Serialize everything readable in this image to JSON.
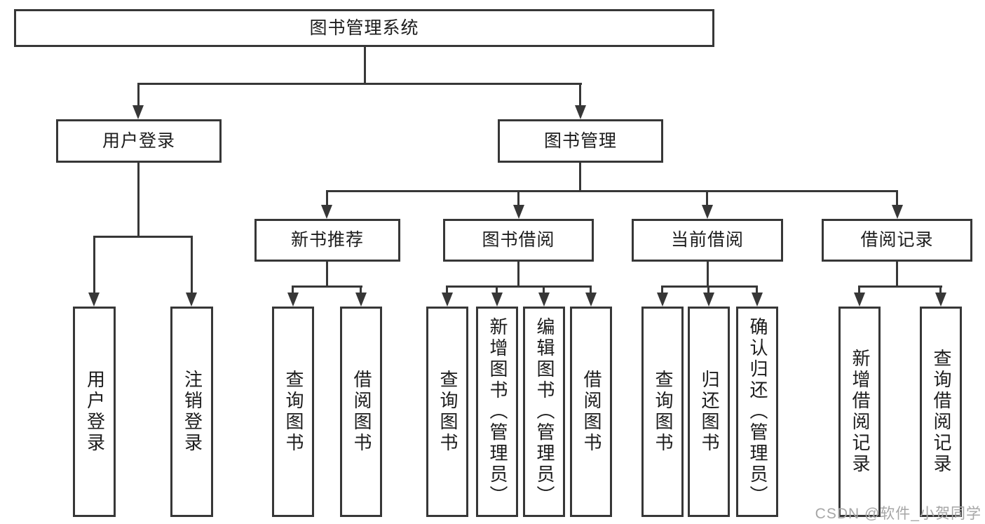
{
  "diagram": {
    "root": {
      "label": "图书管理系统"
    },
    "branches": [
      {
        "label": "用户登录",
        "children": [
          {
            "label": "用户登录"
          },
          {
            "label": "注销登录"
          }
        ]
      },
      {
        "label": "图书管理",
        "groups": [
          {
            "label": "新书推荐",
            "children": [
              {
                "label": "查询图书"
              },
              {
                "label": "借阅图书"
              }
            ]
          },
          {
            "label": "图书借阅",
            "children": [
              {
                "label": "查询图书"
              },
              {
                "label": "新增图书（管理员）"
              },
              {
                "label": "编辑图书（管理员）"
              },
              {
                "label": "借阅图书"
              }
            ]
          },
          {
            "label": "当前借阅",
            "children": [
              {
                "label": "查询图书"
              },
              {
                "label": "归还图书"
              },
              {
                "label": "确认归还（管理员）"
              }
            ]
          },
          {
            "label": "借阅记录",
            "children": [
              {
                "label": "新增借阅记录"
              },
              {
                "label": "查询借阅记录"
              }
            ]
          }
        ]
      }
    ]
  },
  "watermark": {
    "text": "CSDN @软件_小贺同学"
  },
  "colors": {
    "line": "#373737",
    "text": "#1c1c1c",
    "background": "#ffffff",
    "watermark": "#a6a6a6"
  }
}
